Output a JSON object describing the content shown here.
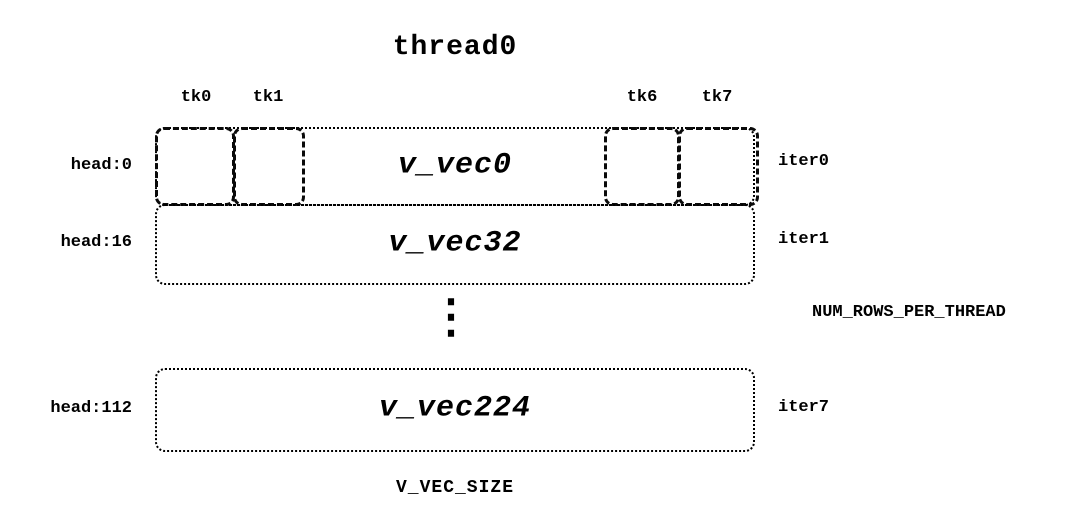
{
  "title": "thread0",
  "tk_labels": [
    "tk0",
    "tk1",
    "tk6",
    "tk7"
  ],
  "rows": [
    {
      "head": "head:0",
      "vec": "v_vec0",
      "iter": "iter0"
    },
    {
      "head": "head:16",
      "vec": "v_vec32",
      "iter": "iter1"
    },
    {
      "head": "head:112",
      "vec": "v_vec224",
      "iter": "iter7"
    }
  ],
  "ellipsis": "⋮",
  "annotations": {
    "num_rows_per_thread": "NUM_ROWS_PER_THREAD",
    "v_vec_size": "V_VEC_SIZE"
  },
  "colors": {
    "ink": "#000000",
    "background": "#ffffff"
  }
}
